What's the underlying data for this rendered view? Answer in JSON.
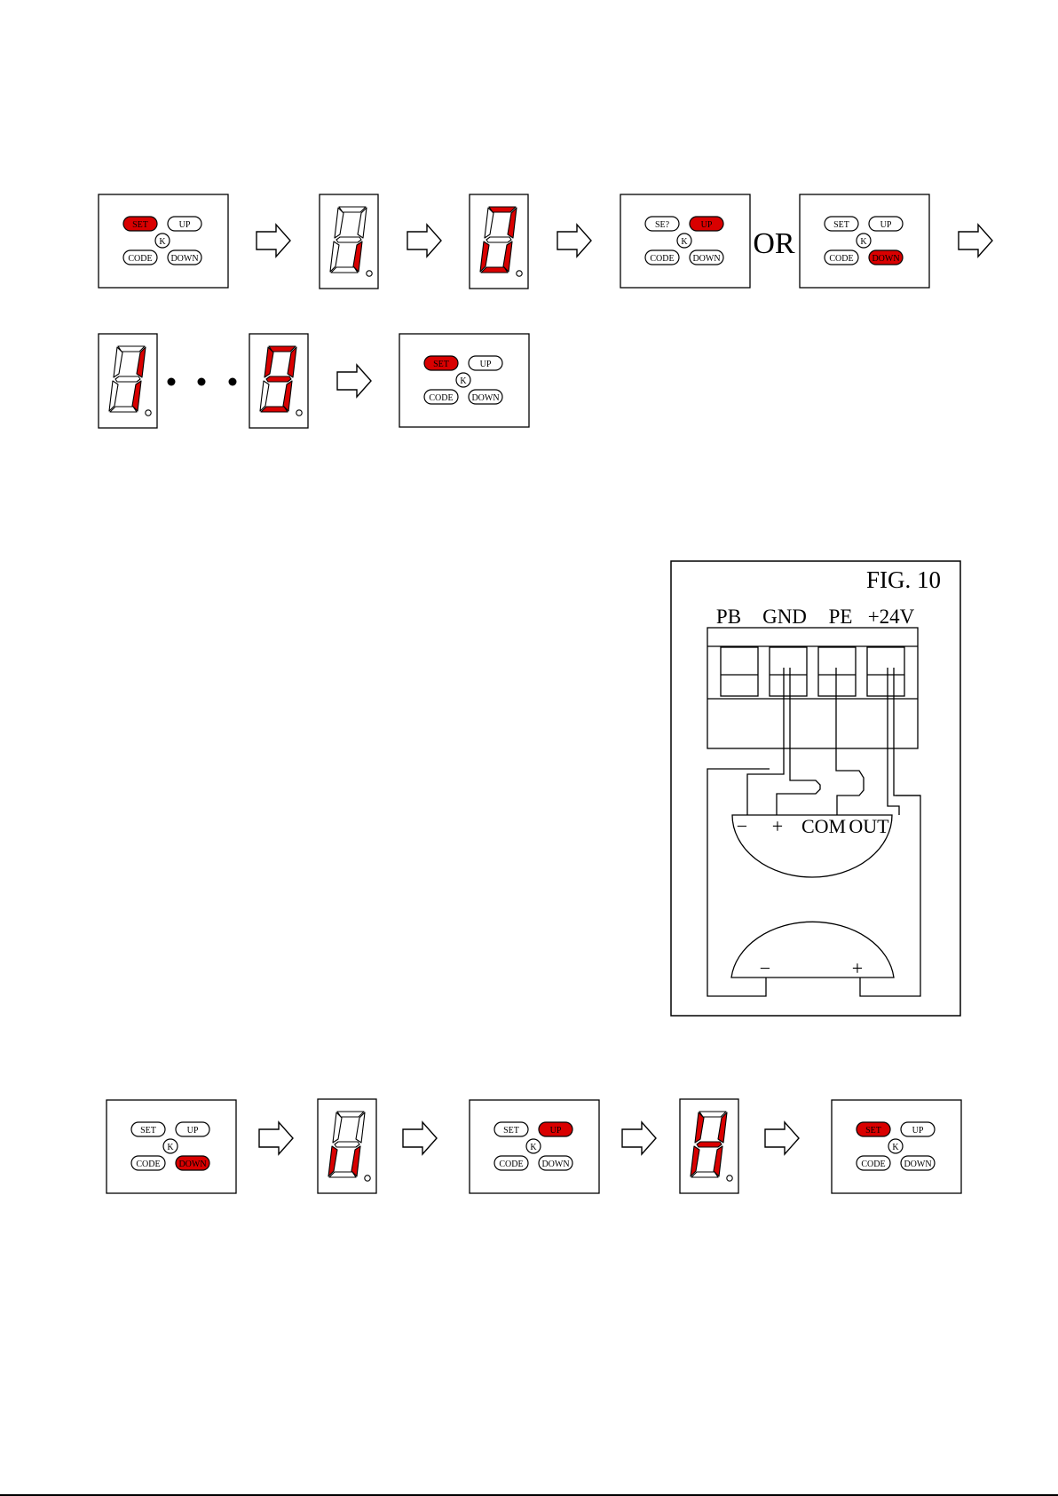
{
  "colors": {
    "active": "#d90000",
    "ink": "#000000",
    "paper": "#ffffff"
  },
  "keypad_labels": {
    "set": "SET",
    "set_alt": "SE?",
    "up": "UP",
    "code": "CODE",
    "down": "DOWN",
    "center": "K"
  },
  "row1": {
    "keypad1_active": "set",
    "display1_lit": [
      "c"
    ],
    "display2_lit": [
      "a",
      "b",
      "c",
      "d",
      "e"
    ],
    "keypad2_active": "up",
    "or_label": "OR",
    "keypad3_active": "down"
  },
  "row2": {
    "display1_lit": [
      "b",
      "c"
    ],
    "display2_lit": [
      "a",
      "b",
      "c",
      "d",
      "f",
      "g"
    ],
    "keypad_active": "set"
  },
  "fig10": {
    "title": "FIG. 10",
    "terminals": [
      "PB",
      "GND",
      "PE",
      "+24V"
    ],
    "sensor_labels": [
      "−",
      "+",
      "COM",
      "OUT"
    ],
    "power_labels": [
      "−",
      "+"
    ]
  },
  "row3": {
    "keypad1_active": "down",
    "display1_lit": [
      "c",
      "e"
    ],
    "keypad2_active": "up",
    "display2_lit": [
      "b",
      "c",
      "e",
      "f",
      "g"
    ],
    "keypad3_active": "set"
  }
}
